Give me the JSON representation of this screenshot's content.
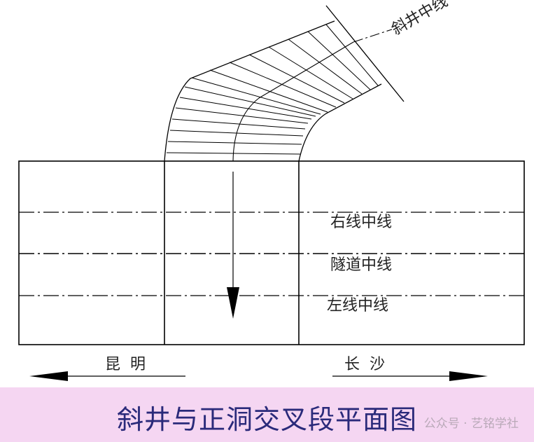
{
  "diagram": {
    "labels": {
      "incline_centerline": "斜井中线",
      "right_line_centerline": "右线中线",
      "tunnel_centerline": "隧道中线",
      "left_line_centerline": "左线中线",
      "kunming": "昆  明",
      "changsha": "长  沙"
    }
  },
  "caption": {
    "title": "斜井与正洞交叉段平面图",
    "watermark": "公众号 · 艺铭学社"
  },
  "colors": {
    "line": "#000000",
    "band": "#f5d6f2",
    "title": "#2a2a7a"
  }
}
